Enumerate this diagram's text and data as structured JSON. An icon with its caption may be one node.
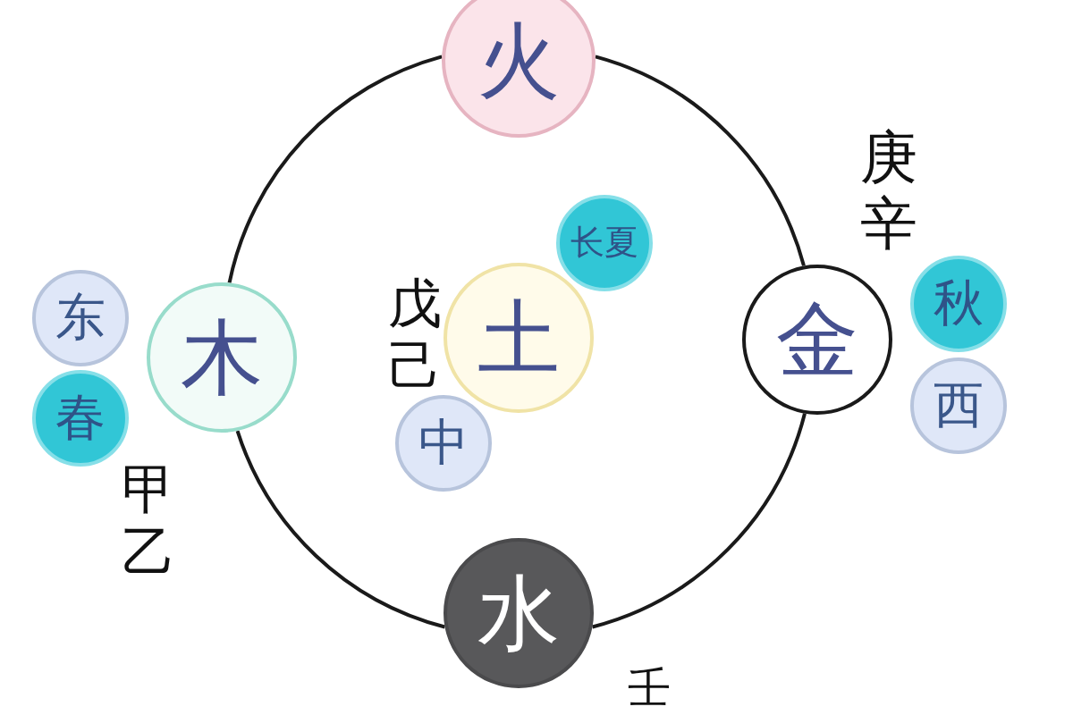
{
  "diagram": {
    "nodes": [
      {
        "text": [
          "火"
        ]
      },
      {
        "text": [
          "长夏"
        ]
      },
      {
        "text": [
          "东"
        ]
      },
      {
        "text": [
          "木"
        ]
      },
      {
        "text": [
          "土"
        ],
        "beside": [
          "戊己"
        ]
      },
      {
        "text": [
          "金"
        ],
        "beside": [
          "庚辛"
        ]
      },
      {
        "text": [
          "秋"
        ]
      },
      {
        "text": [
          "春"
        ]
      },
      {
        "text": [
          "中"
        ]
      },
      {
        "text": [
          "西"
        ]
      },
      {
        "text": [
          "水"
        ],
        "beside": [
          "壬"
        ]
      }
    ],
    "edges": [
      {
        "from": 0,
        "to": 5,
        "arrow": "none"
      },
      {
        "from": 5,
        "to": 10,
        "arrow": "none"
      },
      {
        "from": 10,
        "to": 3,
        "arrow": "none"
      },
      {
        "from": 3,
        "to": 0,
        "arrow": "none"
      }
    ],
    "labels": [
      "甲乙"
    ]
  }
}
